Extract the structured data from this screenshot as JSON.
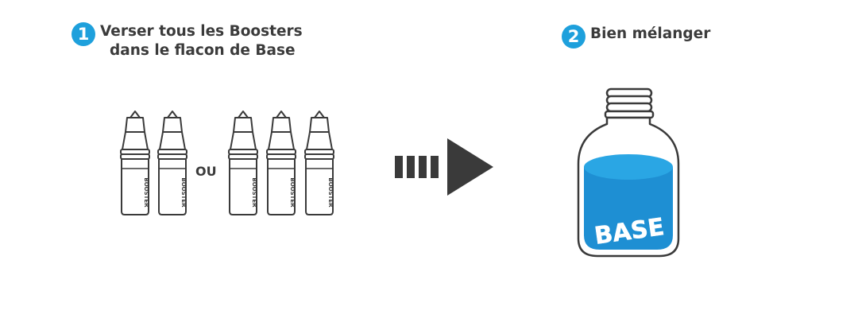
{
  "step1": {
    "number": "1",
    "title_line1": "Verser tous les Boosters",
    "title_line2": "dans le flacon de Base"
  },
  "step2": {
    "number": "2",
    "title": "Bien mélanger"
  },
  "or_label": "OU",
  "booster_label": "BOOSTER",
  "base_label": "BASE",
  "colors": {
    "accent": "#1ea0dc",
    "liquid": "#1e8fd3",
    "liquid_top": "#2aa6e4",
    "outline": "#3a3a3a",
    "arrow": "#3a3a3a"
  }
}
